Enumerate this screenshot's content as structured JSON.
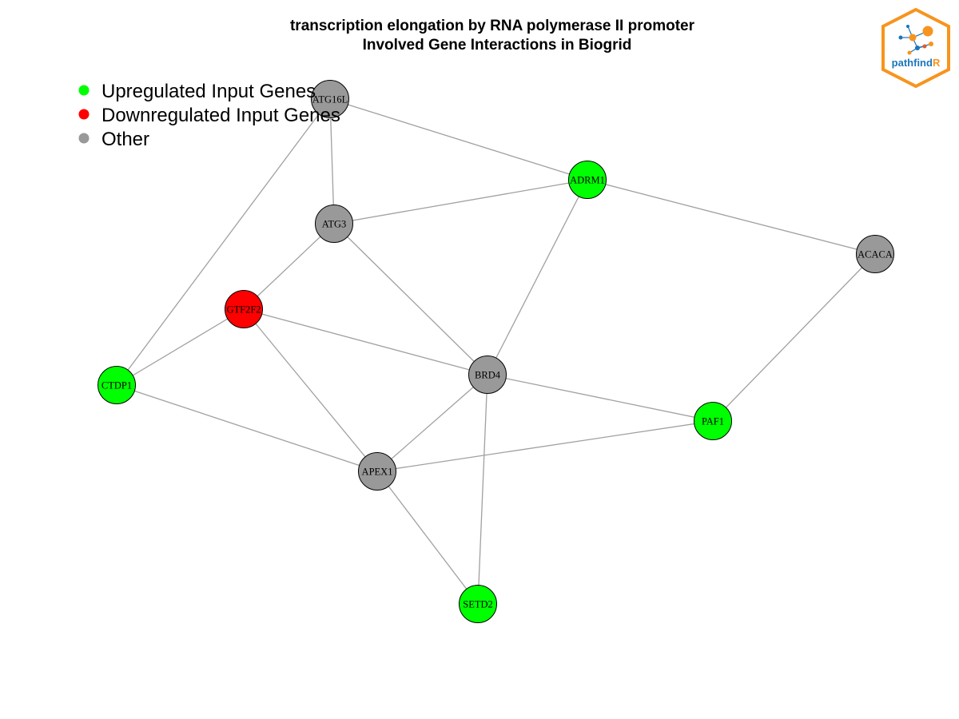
{
  "title": {
    "line1": "transcription elongation by RNA polymerase II promoter",
    "line2": "Involved Gene Interactions in Biogrid"
  },
  "legend": [
    {
      "label": "Upregulated Input Genes",
      "category": "up"
    },
    {
      "label": "Downregulated Input Genes",
      "category": "down"
    },
    {
      "label": "Other",
      "category": "other"
    }
  ],
  "colors": {
    "up": "#00ff00",
    "down": "#ff0000",
    "other": "#999999",
    "edge": "#a0a0a0",
    "logo_orange": "#f7941d",
    "logo_blue": "#1b75bb"
  },
  "logo": {
    "text_main": "pathfind",
    "text_accent": "R"
  },
  "nodes": [
    {
      "id": "ATG16L1",
      "label": "ATG16L",
      "category": "other"
    },
    {
      "id": "ADRM1",
      "label": "ADRM1",
      "category": "up"
    },
    {
      "id": "ATG3",
      "label": "ATG3",
      "category": "other"
    },
    {
      "id": "ACACA",
      "label": "ACACA",
      "category": "other"
    },
    {
      "id": "GTF2F2",
      "label": "GTF2F2",
      "category": "down"
    },
    {
      "id": "CTDP1",
      "label": "CTDP1",
      "category": "up"
    },
    {
      "id": "BRD4",
      "label": "BRD4",
      "category": "other"
    },
    {
      "id": "PAF1",
      "label": "PAF1",
      "category": "up"
    },
    {
      "id": "APEX1",
      "label": "APEX1",
      "category": "other"
    },
    {
      "id": "SETD2",
      "label": "SETD2",
      "category": "up"
    }
  ],
  "edges": [
    [
      "ATG16L1",
      "ATG3"
    ],
    [
      "ATG16L1",
      "ADRM1"
    ],
    [
      "ATG16L1",
      "CTDP1"
    ],
    [
      "ADRM1",
      "ATG3"
    ],
    [
      "ADRM1",
      "ACACA"
    ],
    [
      "ADRM1",
      "BRD4"
    ],
    [
      "ATG3",
      "GTF2F2"
    ],
    [
      "ATG3",
      "BRD4"
    ],
    [
      "ACACA",
      "PAF1"
    ],
    [
      "GTF2F2",
      "CTDP1"
    ],
    [
      "GTF2F2",
      "BRD4"
    ],
    [
      "GTF2F2",
      "APEX1"
    ],
    [
      "CTDP1",
      "APEX1"
    ],
    [
      "BRD4",
      "PAF1"
    ],
    [
      "BRD4",
      "APEX1"
    ],
    [
      "BRD4",
      "SETD2"
    ],
    [
      "PAF1",
      "APEX1"
    ],
    [
      "APEX1",
      "SETD2"
    ]
  ]
}
